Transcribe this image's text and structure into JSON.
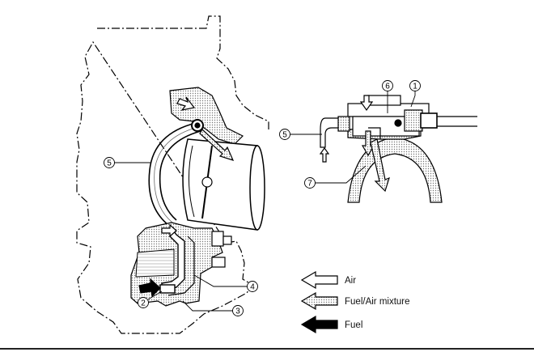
{
  "callouts": {
    "c1": "1",
    "c2": "2",
    "c3": "3",
    "c4": "4",
    "c5_left": "5",
    "c5_right": "5",
    "c6": "6",
    "c7": "7"
  },
  "legend": {
    "air": "Air",
    "mixture": "Fuel/Air mixture",
    "fuel": "Fuel"
  }
}
